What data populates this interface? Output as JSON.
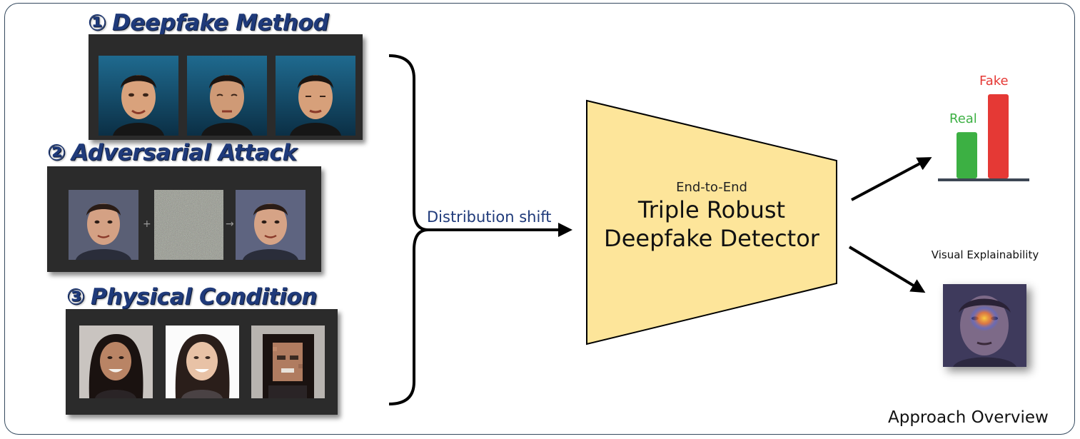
{
  "sections": [
    {
      "number": "①",
      "title": "Deepfake Method"
    },
    {
      "number": "②",
      "title": "Adversarial Attack"
    },
    {
      "number": "③",
      "title": "Physical Condition"
    }
  ],
  "adversarial_ops": [
    "+",
    "→"
  ],
  "shift_label": "Distribution shift",
  "detector": {
    "subtitle": "End-to-End",
    "title_line1": "Triple Robust",
    "title_line2": "Deepfake Detector",
    "fill_color": "#fde59a"
  },
  "output": {
    "real_label": "Real",
    "fake_label": "Fake",
    "real_score": 0.55,
    "fake_score": 1.0,
    "real_color": "#3cb043",
    "fake_color": "#e53935",
    "explain_label": "Visual Explainability"
  },
  "caption": "Approach Overview"
}
